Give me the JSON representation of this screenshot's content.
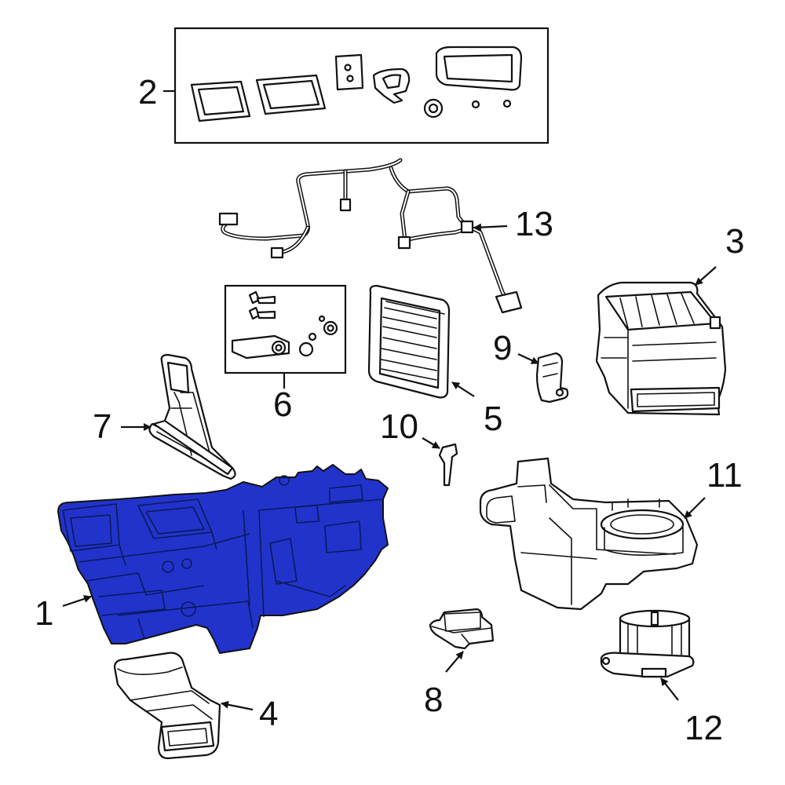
{
  "callouts": {
    "p1": "1",
    "p2": "2",
    "p3": "3",
    "p4": "4",
    "p5": "5",
    "p6": "6",
    "p7": "7",
    "p8": "8",
    "p9": "9",
    "p10": "10",
    "p11": "11",
    "p12": "12",
    "p13": "13"
  },
  "colors": {
    "highlight": "#2233cc",
    "line": "#111111",
    "background": "#ffffff"
  },
  "highlighted_part": "1"
}
